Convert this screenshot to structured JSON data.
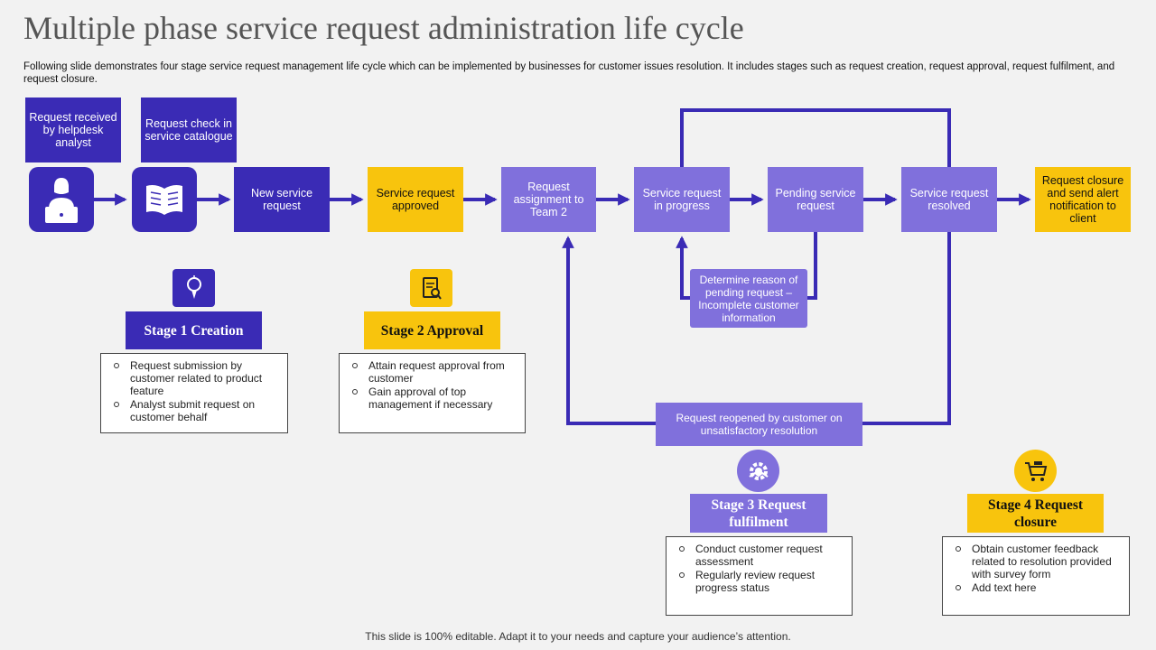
{
  "title": "Multiple phase service request administration life cycle",
  "subtitle": "Following slide demonstrates four stage service request management life cycle which can be implemented by businesses for customer issues resolution. It includes stages such as request creation, request approval, request fulfilment, and request closure.",
  "colors": {
    "dark": "#3a2bb5",
    "light": "#8070dc",
    "yellow": "#f8c40d"
  },
  "top_labels": {
    "received": "Request received by helpdesk analyst",
    "catalogue": "Request check in service catalogue"
  },
  "icons": {
    "analyst": "person-at-laptop-icon",
    "catalogue": "open-book-icon"
  },
  "flow": {
    "new_request": "New service request",
    "approved": "Service request approved",
    "assignment": "Request assignment to Team 2",
    "in_progress": "Service request in progress",
    "pending": "Pending service request",
    "resolved": "Service request resolved",
    "closure": "Request closure and send alert notification to client"
  },
  "pending_reason": "Determine reason of pending request – Incomplete customer information",
  "reopened": "Request reopened by customer on unsatisfactory resolution",
  "stages": [
    {
      "label": "Stage 1 Creation",
      "icon": "lightbulb-pen-icon",
      "bullets": [
        "Request submission by customer related to product feature",
        "Analyst submit request on customer behalf"
      ]
    },
    {
      "label": "Stage 2 Approval",
      "icon": "clipboard-search-icon",
      "bullets": [
        "Attain request approval from customer",
        "Gain approval of top management if necessary"
      ]
    },
    {
      "label": "Stage 3 Request fulfilment",
      "icon": "gear-handshake-icon",
      "bullets": [
        "Conduct customer request assessment",
        "Regularly review request progress status"
      ]
    },
    {
      "label": "Stage 4 Request closure",
      "icon": "shopping-cart-icon",
      "bullets": [
        "Obtain customer feedback related to resolution provided with survey form",
        "Add text here"
      ]
    }
  ],
  "footer": "This slide is 100% editable. Adapt it to your needs and capture your audience’s attention."
}
